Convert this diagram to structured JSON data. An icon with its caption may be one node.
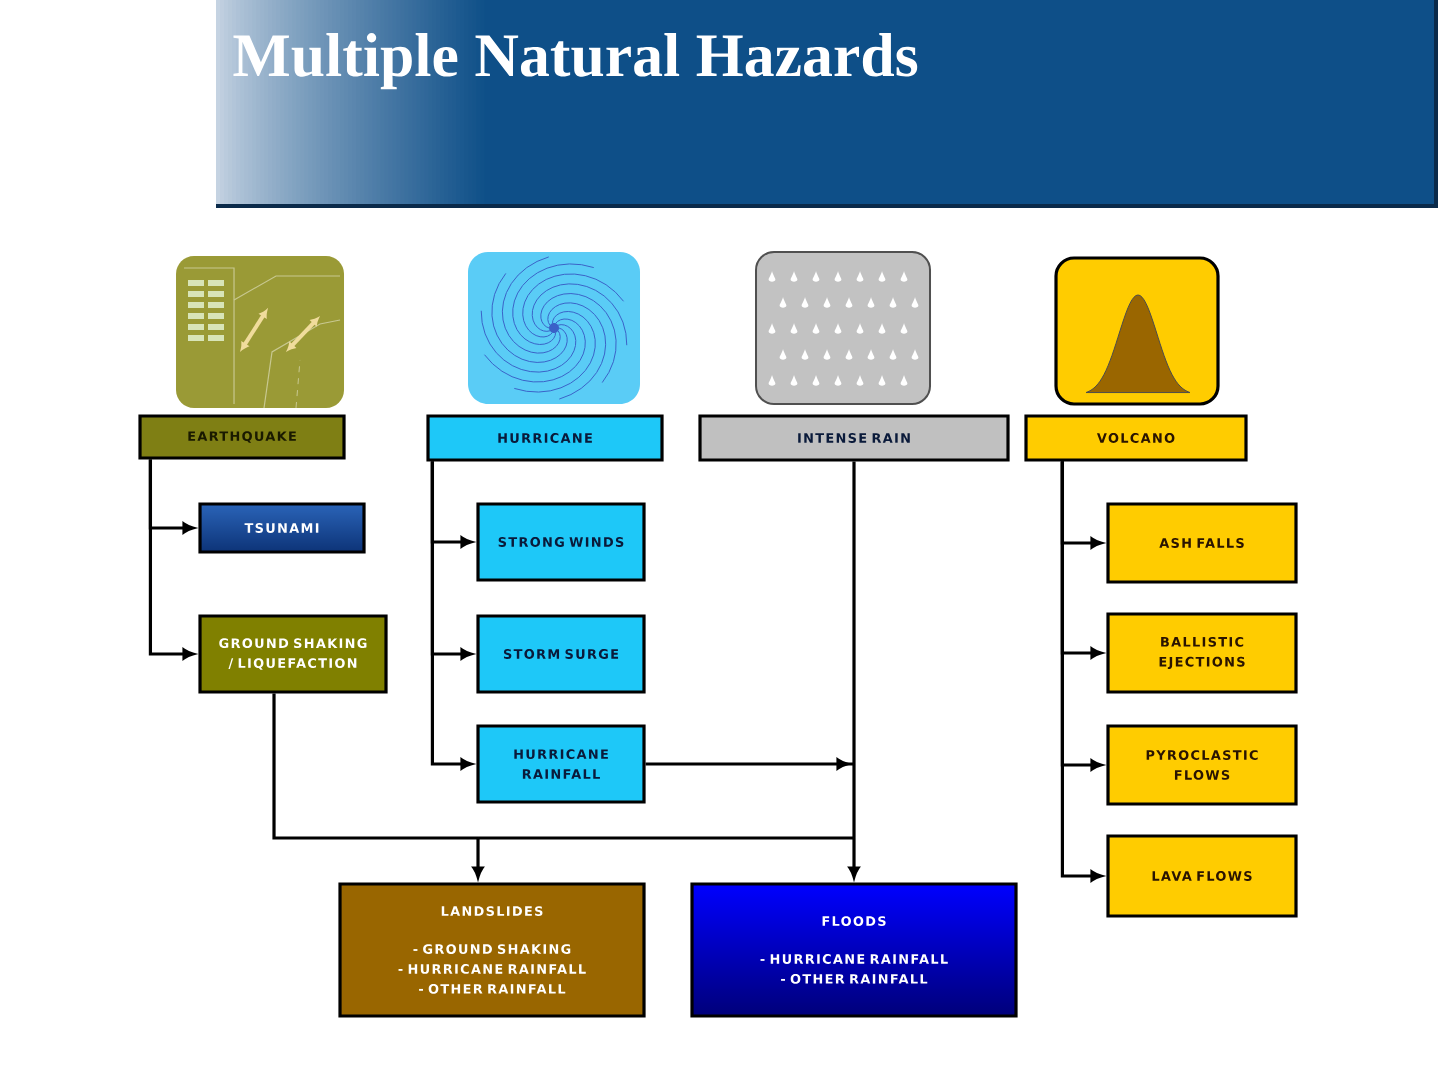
{
  "diagram": {
    "title": "Multiple Natural Hazards",
    "nodes": [
      {
        "text": [
          "EARTHQUAKE"
        ]
      },
      {
        "text": [
          "HURRICANE"
        ]
      },
      {
        "text": [
          "INTENSE RAIN"
        ]
      },
      {
        "text": [
          "VOLCANO"
        ]
      },
      {
        "text": [
          "TSUNAMI"
        ]
      },
      {
        "text": [
          "GROUND SHAKING / LIQUEFACTION"
        ]
      },
      {
        "text": [
          "STRONG WINDS"
        ]
      },
      {
        "text": [
          "STORM SURGE"
        ]
      },
      {
        "text": [
          "HURRICANE RAINFALL"
        ]
      },
      {
        "text": [
          "ASH FALLS"
        ]
      },
      {
        "text": [
          "BALLISTIC EJECTIONS"
        ]
      },
      {
        "text": [
          "PYROCLASTIC FLOWS"
        ]
      },
      {
        "text": [
          "LAVA FLOWS"
        ]
      },
      {
        "text": [
          "LANDSLIDES",
          "- GROUND SHAKING",
          "- HURRICANE RAINFALL",
          "- OTHER RAINFALL"
        ]
      },
      {
        "text": [
          "FLOODS",
          "- HURRICANE RAINFALL",
          "- OTHER RAINFALL"
        ]
      }
    ],
    "edges": [
      {
        "from": 0,
        "to": 4,
        "arrow": "to"
      },
      {
        "from": 0,
        "to": 5,
        "arrow": "to"
      },
      {
        "from": 1,
        "to": 6,
        "arrow": "to"
      },
      {
        "from": 1,
        "to": 7,
        "arrow": "to"
      },
      {
        "from": 1,
        "to": 8,
        "arrow": "to"
      },
      {
        "from": 3,
        "to": 9,
        "arrow": "to"
      },
      {
        "from": 3,
        "to": 10,
        "arrow": "to"
      },
      {
        "from": 3,
        "to": 11,
        "arrow": "to"
      },
      {
        "from": 3,
        "to": 12,
        "arrow": "to"
      },
      {
        "from": 5,
        "to": 13,
        "arrow": "to"
      },
      {
        "from": 8,
        "to": 13,
        "arrow": "to"
      },
      {
        "from": 8,
        "to": 14,
        "arrow": "to"
      },
      {
        "from": 2,
        "to": 13,
        "arrow": "to"
      },
      {
        "from": 2,
        "to": 14,
        "arrow": "to"
      }
    ]
  }
}
